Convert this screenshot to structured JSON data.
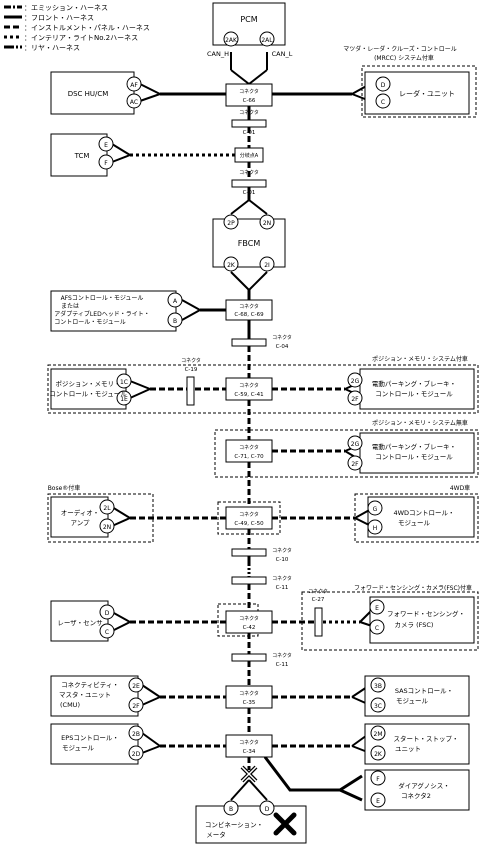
{
  "legend": [
    {
      "label": "：エミッション・ハーネス"
    },
    {
      "label": "：フロント・ハーネス"
    },
    {
      "label": "：インストルメント・パネル・ハーネス"
    },
    {
      "label": "：インテリア・ライトNo.2ハーネス"
    },
    {
      "label": "：リヤ・ハーネス"
    }
  ],
  "pcm": {
    "title": "PCM",
    "pin_left": "2AK",
    "pin_right": "2AL",
    "can_h": "CAN_H",
    "can_l": "CAN_L"
  },
  "dsc": {
    "title": "DSC HU/CM",
    "pin_top": "AF",
    "pin_bottom": "AC"
  },
  "radar": {
    "group_label1": "マツダ・レーダ・クルーズ・コントロール",
    "group_label2": "(MRCC) システム付車",
    "title": "レーダ・ユニット",
    "pin_top": "D",
    "pin_bottom": "C"
  },
  "tcm": {
    "title": "TCM",
    "pin_top": "E",
    "pin_bottom": "F"
  },
  "branch": {
    "label": "分岐点A"
  },
  "fbcm": {
    "title": "FBCM",
    "pin_tl": "2P",
    "pin_tr": "2N",
    "pin_bl": "2K",
    "pin_br": "2I"
  },
  "afs": {
    "line1": "AFSコントロール・モジュール",
    "line2": "または",
    "line3": "アダプティブLEDヘッド・ライト・",
    "line4": "コントロール・モジュール",
    "pin_top": "A",
    "pin_bottom": "B"
  },
  "conn_label": "コネクタ",
  "c66": "C-66",
  "c01": "C-01",
  "c68": "C-68, C-69",
  "c04": "C-04",
  "c19": "C-19",
  "c59": "C-59, C-41",
  "c71": "C-71, C-70",
  "c49": "C-49, C-50",
  "c10": "C-10",
  "c11": "C-11",
  "c27": "C-27",
  "c42": "C-42",
  "c35": "C-35",
  "c34": "C-34",
  "posmem": {
    "line1": "ポジション・メモリ・",
    "line2": "コントロール・モジュール",
    "pin_top": "1C",
    "pin_bottom": "1E"
  },
  "epb1": {
    "group_label": "ポジション・メモリ・システム付車",
    "line1": "電動パーキング・ブレーキ・",
    "line2": "コントロール・モジュール",
    "pin_top": "2G",
    "pin_bottom": "2F"
  },
  "epb2": {
    "group_label": "ポジション・メモリ・システム無車",
    "line1": "電動パーキング・ブレーキ・",
    "line2": "コントロール・モジュール",
    "pin_top": "2G",
    "pin_bottom": "2F"
  },
  "audio": {
    "group_label": "Bose®付車",
    "line1": "オーディオ・",
    "line2": "アンプ",
    "pin_top": "2L",
    "pin_bottom": "2N"
  },
  "awd": {
    "group_label": "4WD車",
    "line1": "4WDコントロール・",
    "line2": "モジュール",
    "pin_top": "G",
    "pin_bottom": "H"
  },
  "laser": {
    "title": "レーザ・センサ",
    "pin_top": "D",
    "pin_bottom": "C"
  },
  "fsc": {
    "group_label": "フォワード・センシング・カメラ(FSC)付車",
    "line1": "フォワード・センシング・",
    "line2": "カメラ (FSC)",
    "pin_top": "E",
    "pin_bottom": "C"
  },
  "cmu": {
    "line1": "コネクティビティ・",
    "line2": "マスタ・ユニット",
    "line3": "(CMU)",
    "pin_top": "2E",
    "pin_bottom": "2F"
  },
  "sas": {
    "line1": "SASコントロール・",
    "line2": "モジュール",
    "pin_top": "3B",
    "pin_bottom": "3C"
  },
  "eps": {
    "line1": "EPSコントロール・",
    "line2": "モジュール",
    "pin_top": "2B",
    "pin_bottom": "2D"
  },
  "startstop": {
    "line1": "スタート・ストップ・",
    "line2": "ユニット",
    "pin_top": "2M",
    "pin_bottom": "2K"
  },
  "dlc": {
    "line1": "ダイアグノシス・",
    "line2": "コネクタ2",
    "pin_top": "F",
    "pin_bottom": "E"
  },
  "combi": {
    "line1": "コンビネーション・",
    "line2": "メータ",
    "pin_left": "B",
    "pin_right": "D"
  }
}
